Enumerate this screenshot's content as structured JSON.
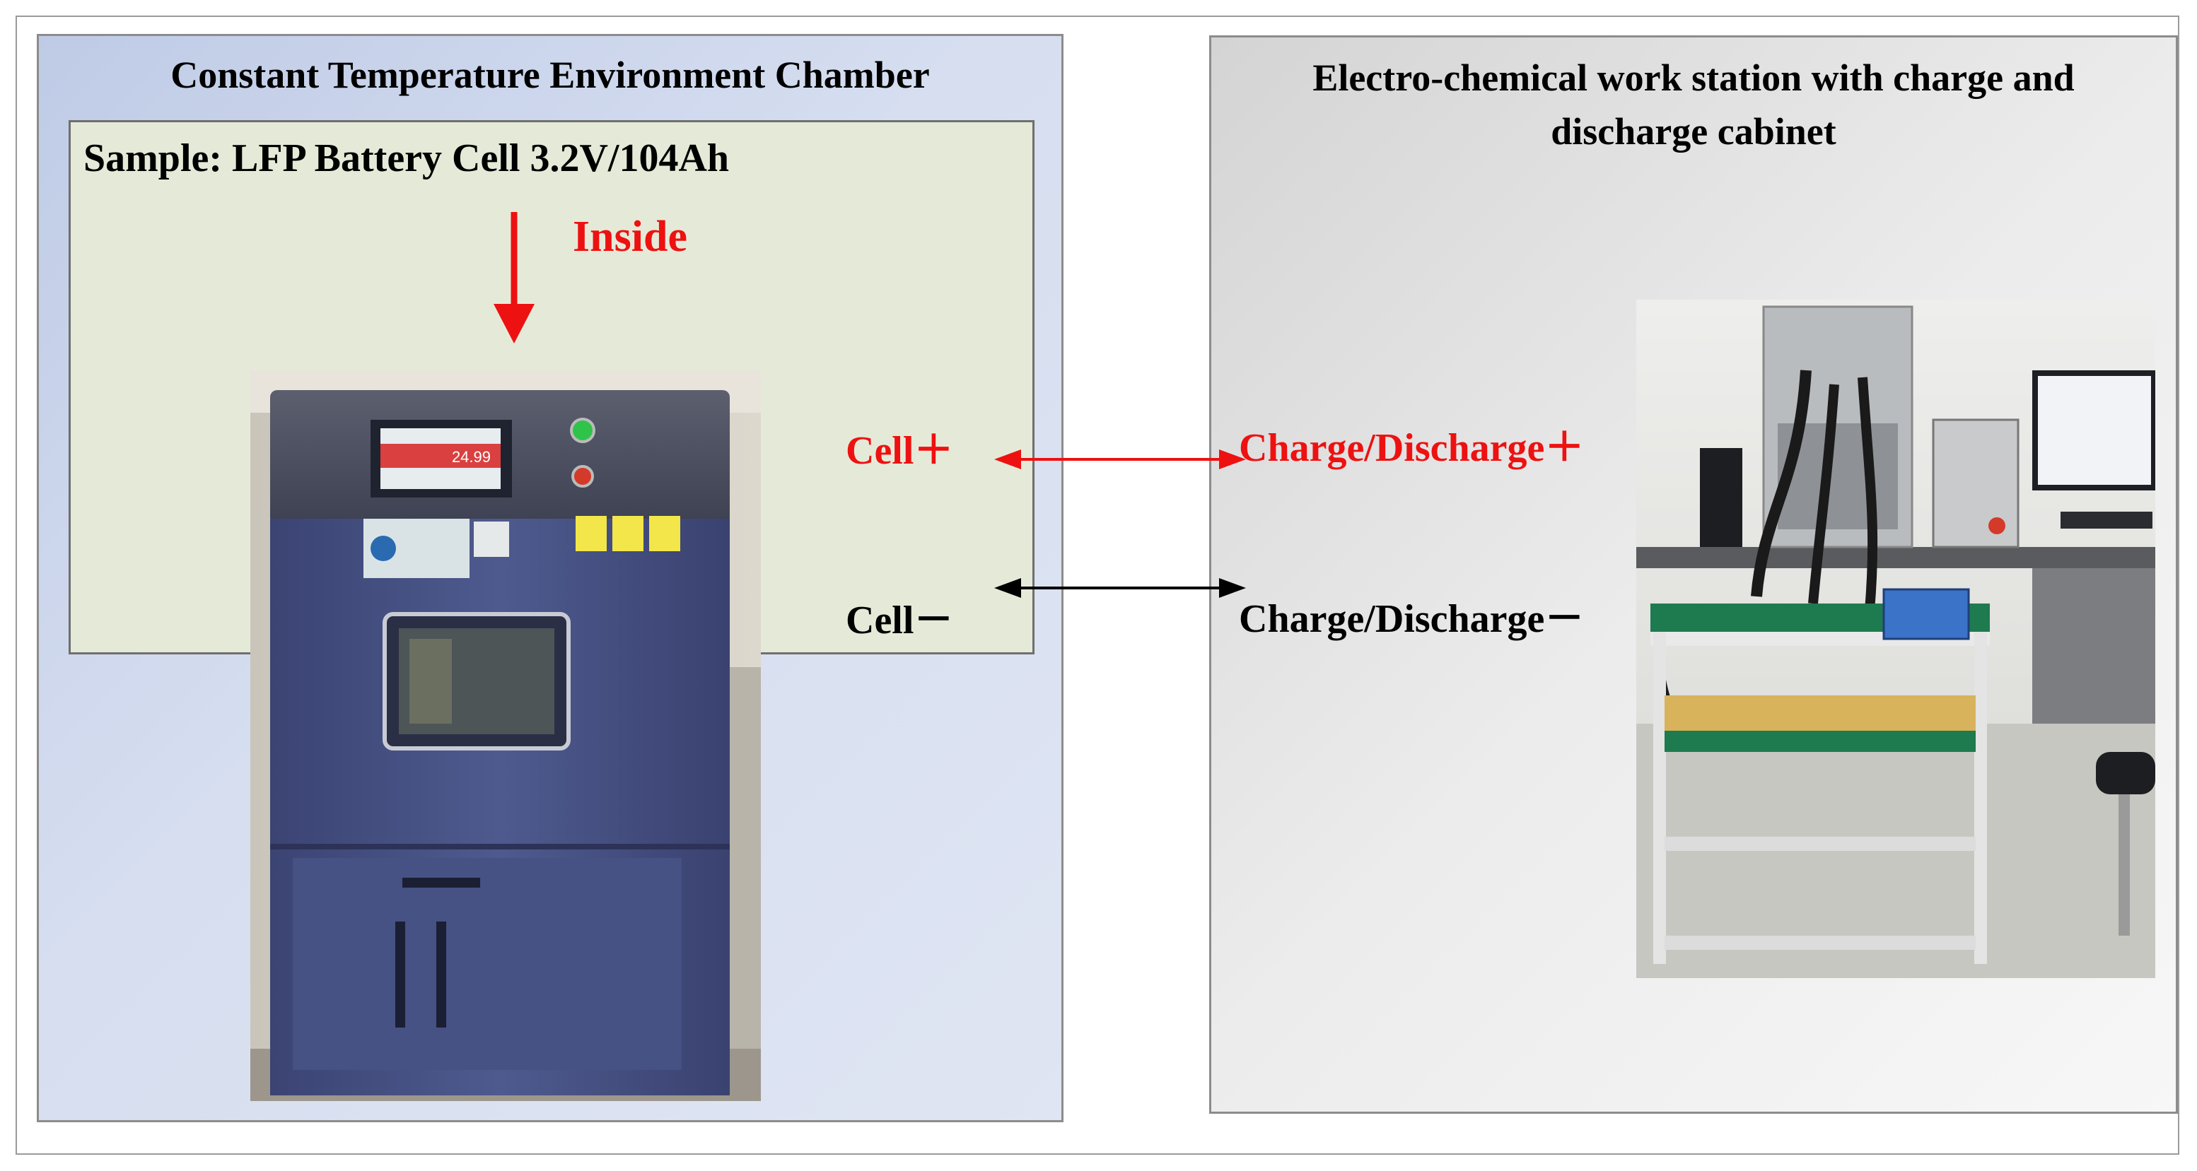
{
  "chamber": {
    "title": "Constant Temperature Environment Chamber",
    "sample": "Sample: LFP Battery Cell 3.2V/104Ah",
    "inside": "Inside",
    "display_value": "24.99"
  },
  "station": {
    "title_line1": "Electro-chemical work station with charge and",
    "title_line2": "discharge cabinet"
  },
  "connections": {
    "cell_pos": "Cell＋",
    "cell_neg": "Cell－",
    "cd_pos": "Charge/Discharge＋",
    "cd_neg": "Charge/Discharge－"
  },
  "colors": {
    "positive": "#ee1111",
    "negative": "#000000",
    "chamber_body": "#4a5487"
  }
}
